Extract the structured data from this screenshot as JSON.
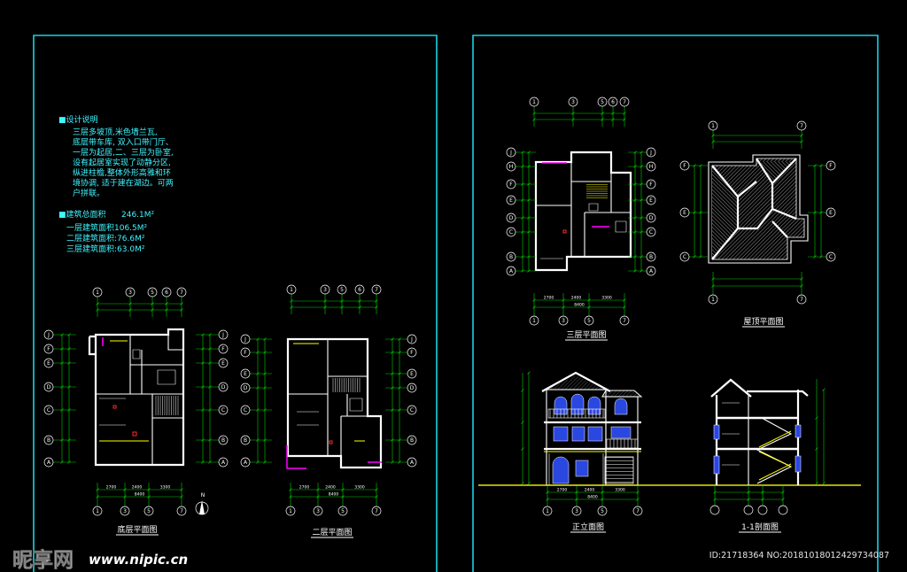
{
  "colors": {
    "background": "#000000",
    "sheet_border": "#19d3e6",
    "notes_text": "#3ff4ff",
    "walls": "#ffffff",
    "dimensions": "#00d000",
    "accent_yellow": "#ffff00",
    "accent_magenta": "#ff00ff",
    "accent_red": "#ff2a2a",
    "window_blue": "#2a47e0"
  },
  "notes": {
    "heading": "■设计说明",
    "lines": [
      "三层多坡顶,米色墙兰瓦,",
      "底层带车库, 双入口带门厅、",
      "一层为起居,二、三层为卧室,",
      "设有起居室实现了动静分区,",
      "纵进柱檐,整体外形高雅和环",
      "境协调, 适于建在湖边。可两",
      "户拼联。"
    ],
    "area_heading": "■建筑总面积",
    "area_total": "246.1M²",
    "areas": [
      "一层建筑面积106.5M²",
      "二层建筑面积:76.6M²",
      "三层建筑面积:63.0M²"
    ]
  },
  "drawings": {
    "ground_plan": {
      "title": "底层平面图",
      "north_label": "N",
      "axes_top": [
        "1",
        "3",
        "5",
        "6",
        "7"
      ],
      "axes_bottom": [
        "1",
        "3",
        "5",
        "7"
      ],
      "axes_side": [
        "J",
        "F",
        "E",
        "D",
        "C",
        "B",
        "A"
      ],
      "dims_bottom": [
        "2700",
        "2400",
        "3300"
      ],
      "dim_total": "8400"
    },
    "second_plan": {
      "title": "二层平面图",
      "axes_top": [
        "1",
        "3",
        "5",
        "6",
        "7"
      ],
      "axes_bottom": [
        "1",
        "3",
        "5",
        "7"
      ],
      "axes_side": [
        "J",
        "F",
        "E",
        "D",
        "C",
        "B",
        "A"
      ],
      "dims_bottom": [
        "2700",
        "2400",
        "3300"
      ],
      "dim_total": "8400"
    },
    "third_plan": {
      "title": "三层平面图",
      "axes_top": [
        "1",
        "3",
        "5",
        "6",
        "7"
      ],
      "axes_bottom": [
        "1",
        "3",
        "5",
        "7"
      ],
      "axes_side": [
        "J",
        "H",
        "F",
        "E",
        "D",
        "C",
        "B",
        "A"
      ],
      "dims_bottom": [
        "2700",
        "2400",
        "3300"
      ],
      "dim_total": "8400"
    },
    "roof_plan": {
      "title": "屋顶平面图",
      "axes_top": [
        "1",
        "7"
      ],
      "axes_bottom": [
        "1",
        "7"
      ],
      "axes_side": [
        "F",
        "E",
        "C"
      ]
    },
    "front_elevation": {
      "title": "正立面图",
      "axes_bottom": [
        "1",
        "3",
        "5",
        "7"
      ],
      "dims_bottom": [
        "2700",
        "2400",
        "3300"
      ],
      "dim_total": "8400"
    },
    "section": {
      "title": "1-1剖面图"
    }
  },
  "watermark": {
    "site_name": "昵享网",
    "url": "www.nipic.cn",
    "image_id": "ID:21718364 NO:20181018012429734087"
  }
}
